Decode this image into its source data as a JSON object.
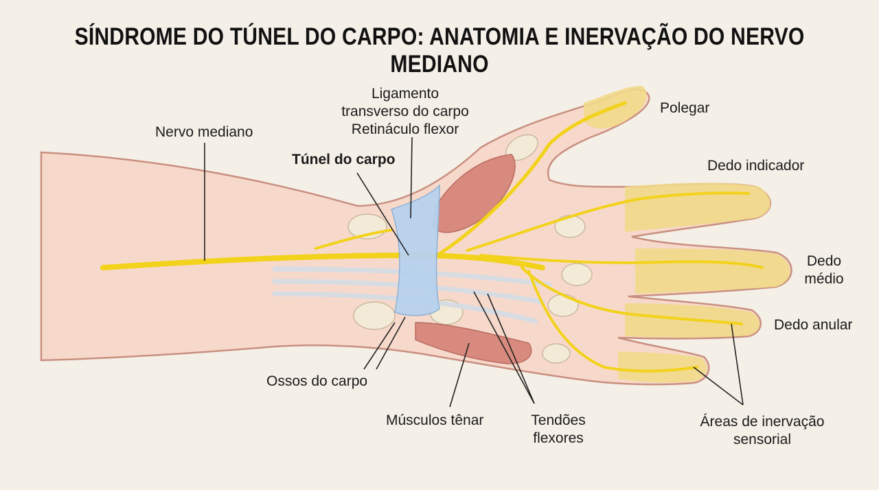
{
  "title": "SÍNDROME DO TÚNEL DO CARPO: ANATOMIA E INERVAÇÃO DO NERVO MEDIANO",
  "labels": {
    "ligamento": [
      "Ligamento",
      "transverso do carpo",
      "Retináculo flexor"
    ],
    "nervo_mediano": "Nervo mediano",
    "tunel": "Túnel do carpo",
    "polegar": "Polegar",
    "indicador": "Dedo indicador",
    "medio": [
      "Dedo",
      "médio"
    ],
    "anular": "Dedo anular",
    "ossos": "Ossos do carpo",
    "musculos": "Músculos tênar",
    "tendoes": [
      "Tendões",
      "flexores"
    ],
    "areas": [
      "Áreas de inervação",
      "sensorial"
    ]
  },
  "colors": {
    "background": "#f4efe7",
    "skin": "#f7d9cc",
    "nerve": "#f2d21b",
    "ligament": "#b7d2ee",
    "muscle": "#d98a7e",
    "sensory_area": "#f1d98a",
    "bone": "#f3ead8"
  }
}
